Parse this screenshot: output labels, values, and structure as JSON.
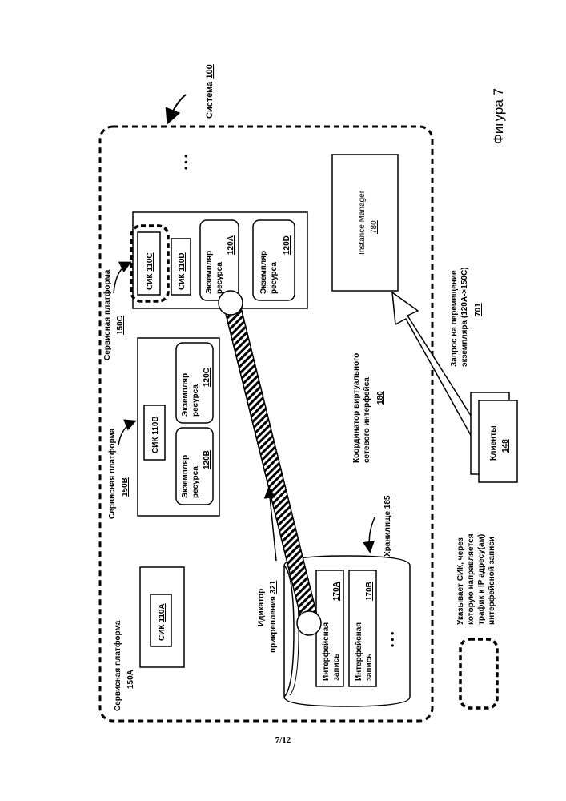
{
  "system": {
    "label": "Система",
    "ref": "100"
  },
  "platforms": [
    {
      "label": "Сервисная платформа",
      "ref": "150A"
    },
    {
      "label": "Сервисная платформа",
      "ref": "150B"
    },
    {
      "label": "Сервисная платформа",
      "ref": "150C"
    }
  ],
  "sik_prefix": "СИК",
  "sik": {
    "a": "110A",
    "b": "110B",
    "c": "110C",
    "d": "110D"
  },
  "resource": {
    "line1": "Экземпляр",
    "line2": "ресурса",
    "a": "120A",
    "b": "120B",
    "c": "120C",
    "d": "120D"
  },
  "ellipsis": "• • •",
  "coordinator": {
    "line1": "Координатор виртуального",
    "line2": "сетевого интерфейса",
    "ref": "180"
  },
  "instance_manager": {
    "label": "Instance Manager",
    "ref": "780"
  },
  "clients": {
    "label": "Клиенты",
    "ref": "148"
  },
  "migration_request": {
    "line1": "Запрос на перемещение",
    "line2": "экземпляра (120A->150C)",
    "ref": "701"
  },
  "attachment": {
    "line1": "Идикатор",
    "line2": "прикрепления",
    "ref": "321"
  },
  "storage": {
    "label": "Хранилище",
    "ref": "185"
  },
  "records": {
    "line1": "Интерфейсная",
    "line2": "запись",
    "a": "170A",
    "b": "170B"
  },
  "legend": {
    "line1": "Указывает СИК, через",
    "line2": "которую направляется",
    "line3": "трафик к IP адресу(ам)",
    "line4": "интерфейсной записи"
  },
  "figure_label": "Фигура 7",
  "page_number": "7/12"
}
